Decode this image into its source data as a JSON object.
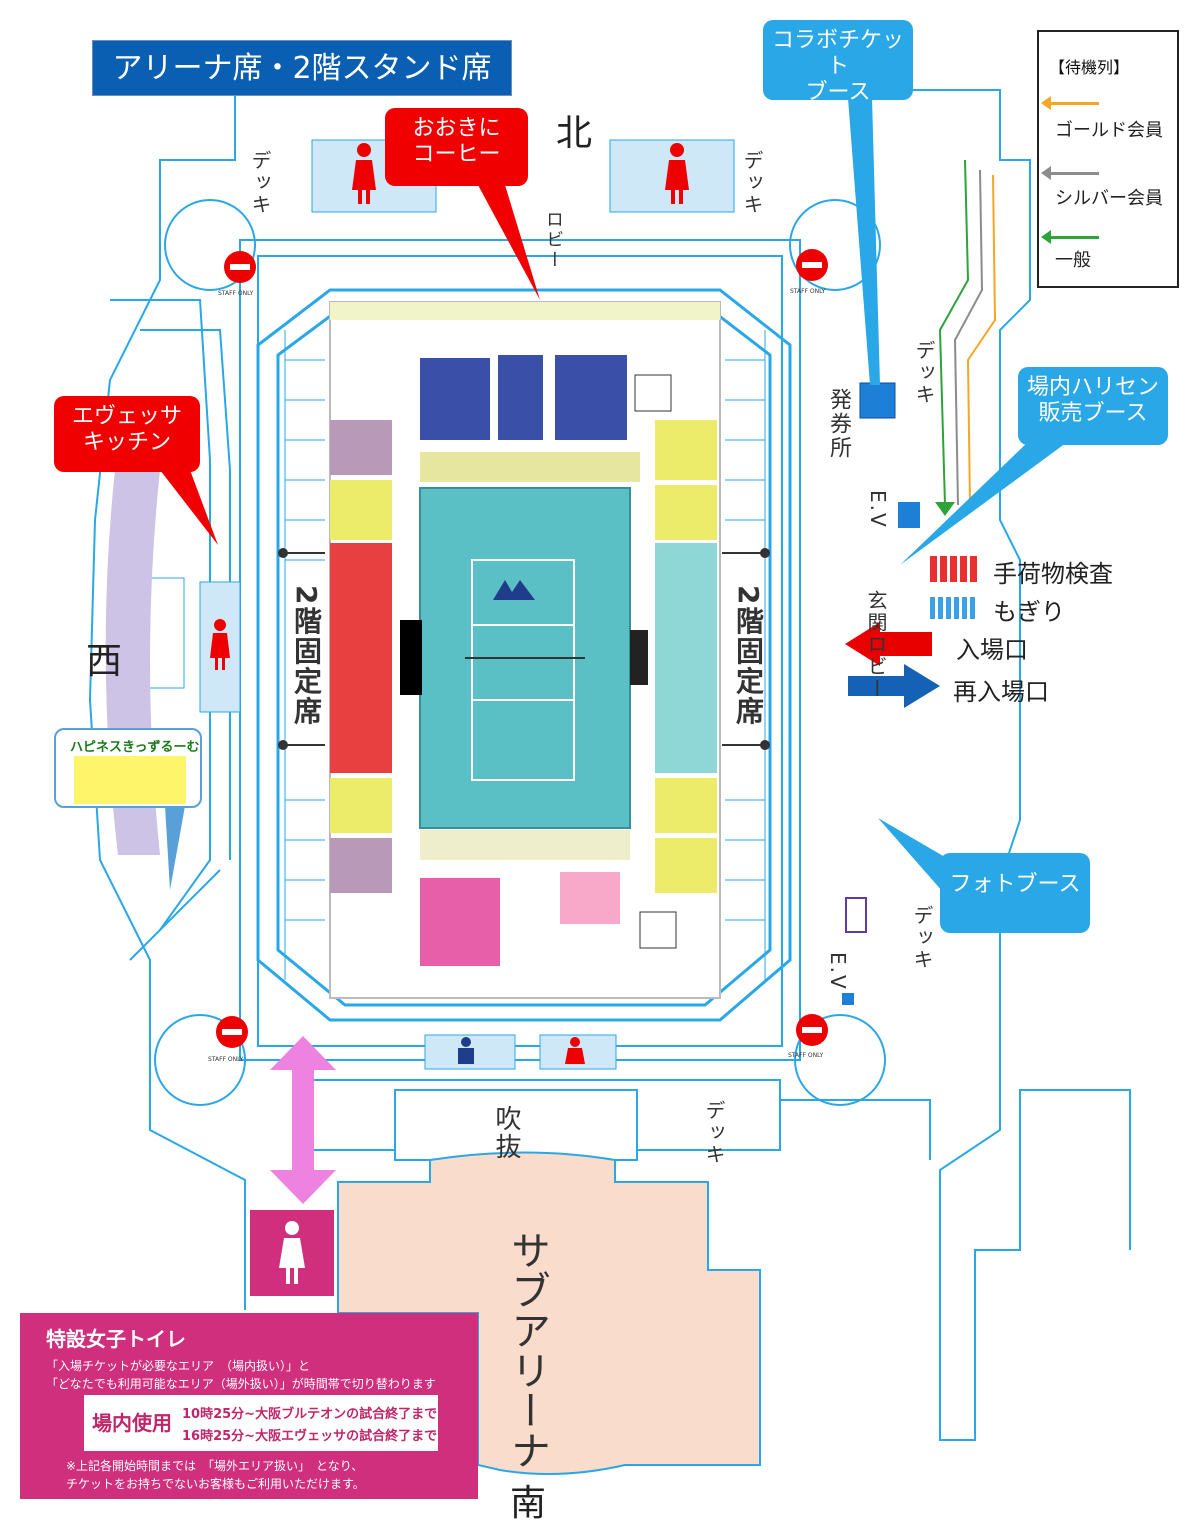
{
  "title": "アリーナ席・2階スタンド席",
  "directions": {
    "north": "北",
    "west": "西",
    "south": "南"
  },
  "callouts": {
    "collab_ticket": [
      "コラボチケット",
      "ブース"
    ],
    "ookini_coffee": [
      "おおきに",
      "コーヒー"
    ],
    "evessa_kitchen": [
      "エヴェッサ",
      "キッチン"
    ],
    "harisen_booth": [
      "場内ハリセン",
      "販売ブース"
    ],
    "photo_booth": "フォトブース"
  },
  "legend": {
    "heading": "【待機列】",
    "items": [
      {
        "label": "ゴールド会員",
        "color": "#f5a623"
      },
      {
        "label": "シルバー会員",
        "color": "#8c8c8c"
      },
      {
        "label": "一般",
        "color": "#2ea33a"
      }
    ]
  },
  "entrance": {
    "baggage_check": "手荷物検査",
    "ticket_check": "もぎり",
    "entry": "入場口",
    "reentry": "再入場口"
  },
  "map_labels": {
    "stand_west": "2階固定席",
    "stand_east": "2階固定席",
    "ticket_office": "発券所",
    "ev_upper": "E.V",
    "ev_lower": "E.V",
    "fukinuke": "吹抜",
    "sub_arena": "サブアリーナ",
    "deck_nw": "デッキ",
    "deck_ne": "デッキ",
    "deck_e": "デッキ",
    "deck_se": "デッキ",
    "deck_s": "デッキ",
    "lobby": "ロビー",
    "main_entrance": "玄関ロビー",
    "staff_only": "STAFF ONLY",
    "kids_room": "ハピネスきっずるーむ"
  },
  "colors": {
    "map_line": "#2aa7e6",
    "court": "#5bc0c6",
    "seat_blue": "#3a50a8",
    "seat_red": "#e84040",
    "seat_yellow": "#ecec6a",
    "seat_teal": "#8fd6d6",
    "seat_pink": "#e65fa8",
    "seat_mauve": "#b89ab8",
    "sub_arena": "#f9dccb",
    "pink_arrow": "#ee82e0",
    "red_callout": "#f00000",
    "blue_callout": "#2aa7e6",
    "toilet_pink": "#cf2f7c"
  },
  "womens_toilet": {
    "title": "特設女子トイレ",
    "line1": "「入場チケットが必要なエリア　（場内扱い）」と",
    "line2": "「どなたでも利用可能なエリア（場外扱い）」が時間帯で切り替わります",
    "use_label": "場内使用",
    "schedule1": "10時25分~大阪ブルテオンの試合終了まで",
    "schedule2": "16時25分~大阪エヴェッサの試合終了まで",
    "note1": "※上記各開始時間までは　「場外エリア扱い」　となり、",
    "note2": "チケットをお持ちでないお客様もご利用いただけます。"
  }
}
